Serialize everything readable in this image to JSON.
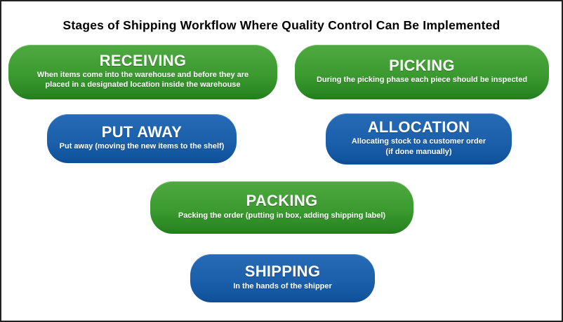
{
  "page": {
    "title": "Stages of Shipping Workflow Where Quality Control Can Be Implemented"
  },
  "colors": {
    "green_top": "#4fa941",
    "green_bottom": "#1f7d1c",
    "blue_top": "#276bb6",
    "blue_bottom": "#0e4c93",
    "stage_text": "#ffffff",
    "title_text": "#000000",
    "background": "#ffffff",
    "border": "#222222"
  },
  "stages": [
    {
      "id": "receiving",
      "label": "RECEIVING",
      "description": "When items come into the warehouse and before they are\nplaced in a designated location inside the warehouse",
      "color": "green"
    },
    {
      "id": "picking",
      "label": "PICKING",
      "description": "During the picking phase each piece should be inspected",
      "color": "green"
    },
    {
      "id": "put-away",
      "label": "PUT AWAY",
      "description": "Put away (moving the new items to the shelf)",
      "color": "blue"
    },
    {
      "id": "allocation",
      "label": "ALLOCATION",
      "description": "Allocating stock to a customer order\n(if done manually)",
      "color": "blue"
    },
    {
      "id": "packing",
      "label": "PACKING",
      "description": "Packing the order (putting in box, adding shipping label)",
      "color": "green"
    },
    {
      "id": "shipping",
      "label": "SHIPPING",
      "description": "In the hands of the shipper",
      "color": "blue"
    }
  ]
}
